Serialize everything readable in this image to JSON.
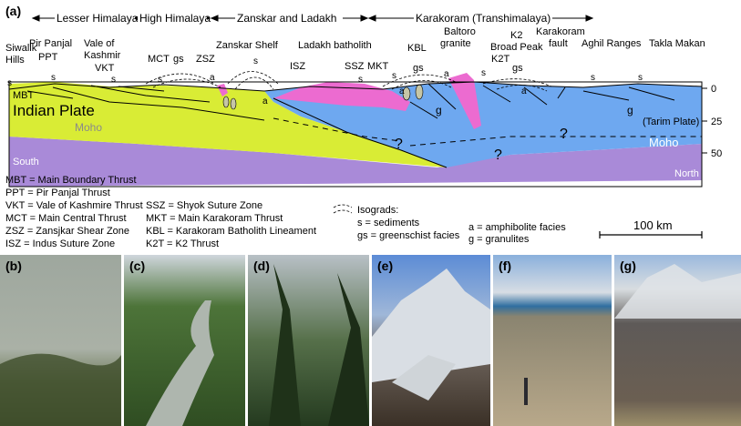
{
  "panel_a_label": "(a)",
  "regions": [
    {
      "name": "Lesser Himalaya"
    },
    {
      "name": "High Himalaya"
    },
    {
      "name": "Zanskar and Ladakh"
    },
    {
      "name": "Karakoram (Transhimalaya)"
    }
  ],
  "top_labels": {
    "siwalik": [
      "Siwalik",
      "Hills"
    ],
    "pir_panjal": "Pir Panjal",
    "vale": [
      "Vale of",
      "Kashmir"
    ],
    "ppt": "PPT",
    "vkt": "VKT",
    "mct": "MCT",
    "gs1": "gs",
    "zsz": "ZSZ",
    "zanskar_shelf": "Zanskar Shelf",
    "ladakh": "Ladakh batholith",
    "kbl": "KBL",
    "baltoro": [
      "Baltoro",
      "granite"
    ],
    "k2": [
      "K2",
      "Broad Peak"
    ],
    "karakoram_fault": [
      "Karakoram",
      "fault"
    ],
    "aghil": "Aghil Ranges",
    "takla": "Takla Makan",
    "isz": "ISZ",
    "ssz": "SSZ",
    "mkt": "MKT",
    "gs2": "gs",
    "k2t": "K2T",
    "gs3": "gs"
  },
  "section_labels": {
    "mbt": "MBT",
    "indian_plate": "Indian Plate",
    "moho_left": "Moho",
    "moho_right": "Moho",
    "tarim": "(Tarim Plate)",
    "south": "South",
    "north": "North",
    "q": "?",
    "s": "s",
    "a": "a",
    "g": "g"
  },
  "depth_ticks": [
    "0",
    "25",
    "50"
  ],
  "legend_left": [
    "MBT = Main Boundary Thrust",
    "PPT = Pir Panjal Thrust",
    "VKT = Vale of Kashmire Thrust",
    "MCT = Main Central Thrust",
    "ZSZ = Zansjkar Shear Zone",
    "ISZ = Indus Suture Zone"
  ],
  "legend_mid": [
    "SSZ = Shyok Suture Zone",
    "MKT = Main Karakoram Thrust",
    "KBL = Karakoram Batholith Lineament",
    "K2T = K2 Thrust"
  ],
  "isograds": {
    "title": "Isograds:",
    "items": [
      "s = sediments",
      "gs = greenschist facies"
    ]
  },
  "facies": [
    "a = amphibolite facies",
    "g = granulites"
  ],
  "scale_bar": "100 km",
  "photos": [
    {
      "label": "(b)"
    },
    {
      "label": "(c)"
    },
    {
      "label": "(d)"
    },
    {
      "label": "(e)"
    },
    {
      "label": "(f)"
    },
    {
      "label": "(g)"
    }
  ],
  "colors": {
    "indian_plate": "#d9ec35",
    "tarim_plate": "#6ea8f0",
    "mantle": "#a98ad8",
    "ladakh_batholith": "#ec6bd0"
  }
}
